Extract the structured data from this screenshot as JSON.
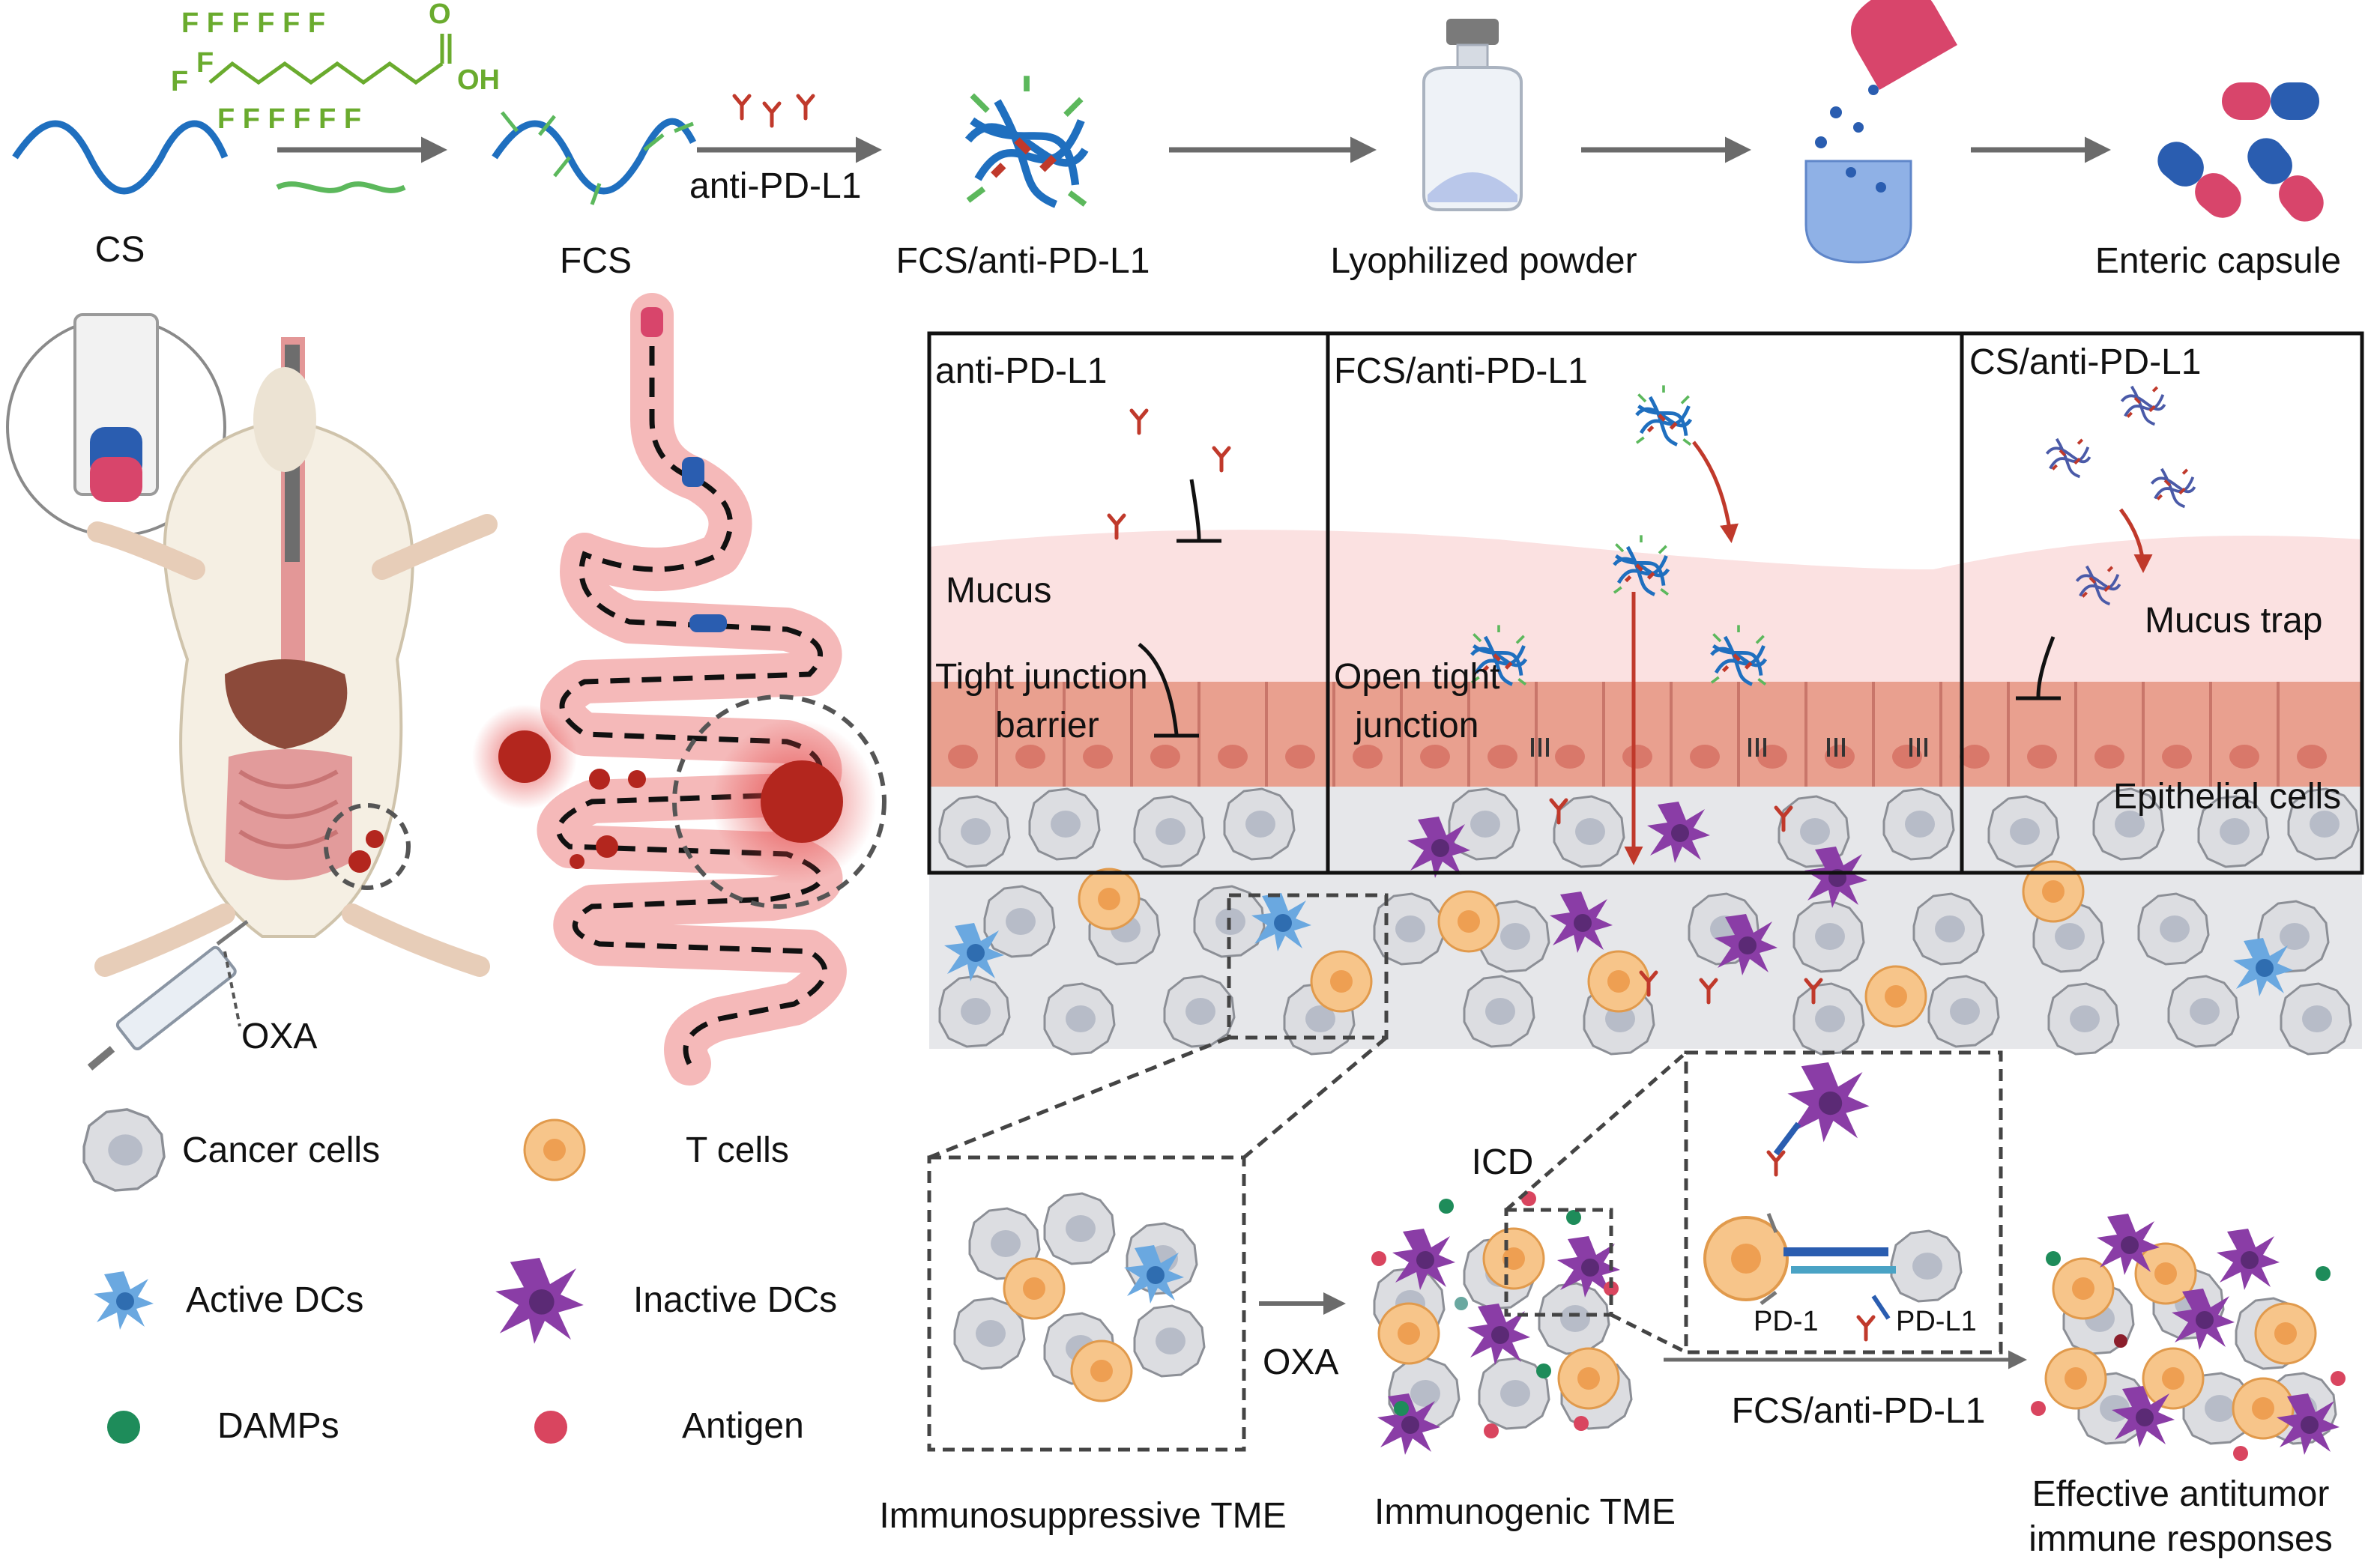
{
  "colors": {
    "cs_chain": "#1f6fbf",
    "fcs_tail": "#5cb85c",
    "antibody": "#c0392b",
    "mucus": "#fbe1e1",
    "epithelium": "#e9a08f",
    "cancer_cell": "#d9dbe0",
    "t_cell": "#f7c58a",
    "active_dc": "#5b9bd5",
    "inactive_dc": "#8a3da6",
    "damp": "#1e8c5a",
    "antigen": "#d9455f",
    "arrow": "#6b6b6b",
    "capsule_blue": "#2a5db0",
    "capsule_red": "#d8456b"
  },
  "icons": [
    "chitosan-chain-icon",
    "antibody-icon",
    "nanoparticle-icon",
    "vial-icon",
    "capsule-icon",
    "mouse-icon",
    "syringe-icon",
    "intestine-icon",
    "tumor-icon"
  ],
  "formula": {
    "f_top": "F  F  F F  F F",
    "o_label": "O",
    "oh_label": "OH",
    "f_mid": "F",
    "f_left": "F",
    "f_bottom": "F  F  F  F  F  F"
  },
  "top_row": {
    "cs": "CS",
    "fcs": "FCS",
    "anti_pd_l1": "anti-PD-L1",
    "fcs_anti": "FCS/anti-PD-L1",
    "lyophilized": "Lyophilized powder",
    "enteric": "Enteric capsule"
  },
  "left_panel": {
    "oxa": "OXA"
  },
  "panels": {
    "p1_title": "anti-PD-L1",
    "p2_title": "FCS/anti-PD-L1",
    "p3_title": "CS/anti-PD-L1",
    "mucus": "Mucus",
    "tight_junction": "Tight junction",
    "barrier": "barrier",
    "open_tight": "Open tight",
    "junction": "junction",
    "mucus_trap": "Mucus trap",
    "epithelial": "Epithelial cells"
  },
  "legend": {
    "cancer_cells": "Cancer cells",
    "t_cells": "T cells",
    "active_dcs": "Active DCs",
    "inactive_dcs": "Inactive DCs",
    "damps": "DAMPs",
    "antigen": "Antigen"
  },
  "bottom": {
    "icd": "ICD",
    "oxa": "OXA",
    "pd1": "PD-1",
    "pdl1": "PD-L1",
    "fcs_anti": "FCS/anti-PD-L1",
    "immunosuppressive": "Immunosuppressive TME",
    "immunogenic": "Immunogenic TME",
    "effective": "Effective antitumor immune responses"
  }
}
